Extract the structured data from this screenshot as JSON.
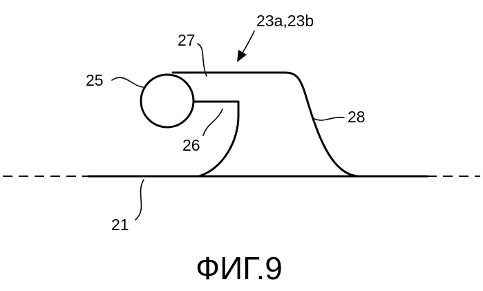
{
  "diagram": {
    "labels": {
      "assembly": "23a,23b",
      "part_27": "27",
      "part_25": "25",
      "part_26": "26",
      "part_28": "28",
      "part_21": "21"
    },
    "caption": "ФИГ.9"
  }
}
